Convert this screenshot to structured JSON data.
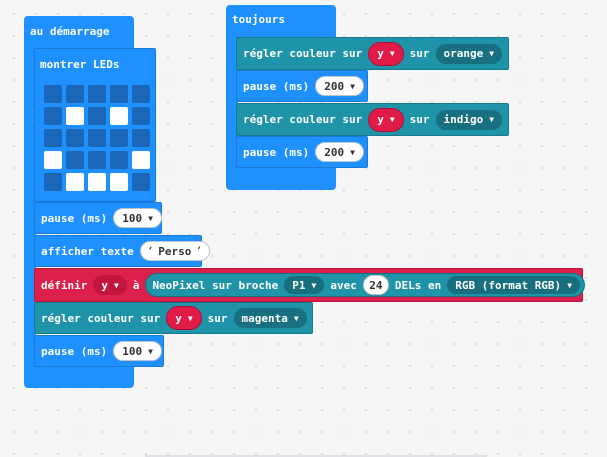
{
  "colors": {
    "basic_blue": "#1e90ff",
    "neopixel_teal": "#1f93a8",
    "variable_red": "#dd1f4b",
    "led_off": "#1a66b8",
    "led_on": "#ffffff"
  },
  "on_start": {
    "label": "au démarrage",
    "show_leds": {
      "label": "montrer LEDs",
      "grid": [
        [
          0,
          0,
          0,
          0,
          0
        ],
        [
          0,
          1,
          0,
          1,
          0
        ],
        [
          0,
          0,
          0,
          0,
          0
        ],
        [
          1,
          0,
          0,
          0,
          1
        ],
        [
          0,
          1,
          1,
          1,
          0
        ]
      ]
    },
    "pause1": {
      "label": "pause (ms)",
      "value": "100"
    },
    "show_string": {
      "label": "afficher texte",
      "value": "Perso"
    },
    "set_var": {
      "label": "définir",
      "variable": "y",
      "to": "à",
      "create": {
        "label": "NeoPixel sur broche",
        "pin": "P1",
        "with": "avec",
        "count": "24",
        "leds_in": "DELs en",
        "mode": "RGB (format RGB)"
      }
    },
    "set_color": {
      "label": "régler couleur sur",
      "variable": "y",
      "on": "sur",
      "color": "magenta"
    },
    "pause2": {
      "label": "pause (ms)",
      "value": "100"
    }
  },
  "forever": {
    "label": "toujours",
    "set_color1": {
      "label": "régler couleur sur",
      "variable": "y",
      "on": "sur",
      "color": "orange"
    },
    "pause1": {
      "label": "pause (ms)",
      "value": "200"
    },
    "set_color2": {
      "label": "régler couleur sur",
      "variable": "y",
      "on": "sur",
      "color": "indigo"
    },
    "pause2": {
      "label": "pause (ms)",
      "value": "200"
    }
  }
}
